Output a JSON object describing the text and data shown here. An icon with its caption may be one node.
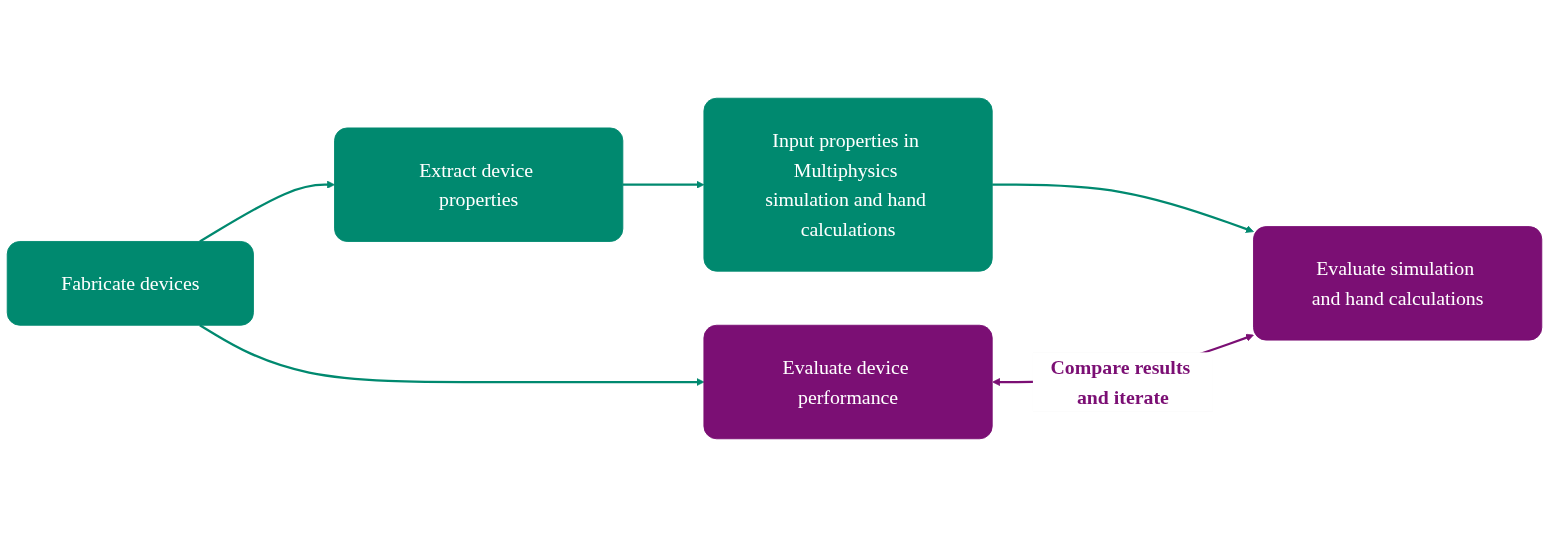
{
  "diagram": {
    "nodes": [
      {
        "text": [
          "Fabricate devices"
        ]
      },
      {
        "text": [
          "Extract device properties"
        ]
      },
      {
        "text": [
          "Input properties in Multiphysics simulation and hand calculations"
        ]
      },
      {
        "text": [
          "Evaluate simulation and hand calculations"
        ]
      },
      {
        "text": [
          "Evaluate device performance"
        ]
      }
    ],
    "edges": [
      {
        "from": 0,
        "to": 1,
        "arrow": "to"
      },
      {
        "from": 0,
        "to": 4,
        "arrow": "to"
      },
      {
        "from": 1,
        "to": 2,
        "arrow": "to"
      },
      {
        "from": 2,
        "to": 3,
        "arrow": "to"
      },
      {
        "from": 4,
        "to": 3,
        "arrow": "both",
        "label": "Compare results and iterate",
        "color": "#7b0f74"
      }
    ]
  }
}
